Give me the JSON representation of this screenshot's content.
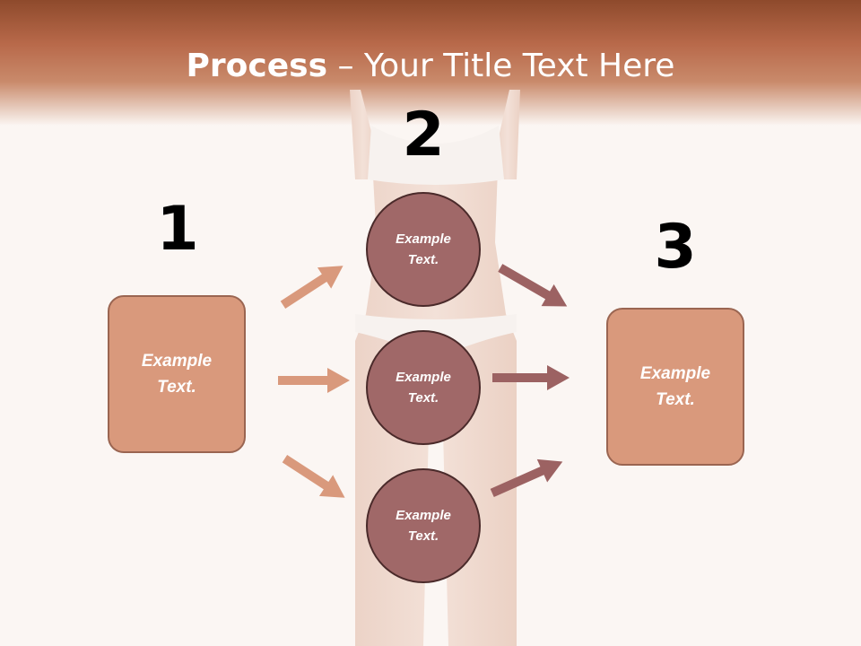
{
  "header": {
    "title_bold": "Process",
    "title_rest": " – Your Title Text Here"
  },
  "steps": [
    {
      "number": "1",
      "label": "Example\nText."
    },
    {
      "number": "2",
      "labels": [
        "Example\nText.",
        "Example\nText.",
        "Example\nText."
      ]
    },
    {
      "number": "3",
      "label": "Example\nText."
    }
  ],
  "colors": {
    "header_dark": "#8e4a2c",
    "box_fill": "#d9997c",
    "box_border": "#9a6551",
    "circle_fill": "#a06868",
    "arrow_left": "#d9997c",
    "arrow_right": "#9c6262"
  }
}
